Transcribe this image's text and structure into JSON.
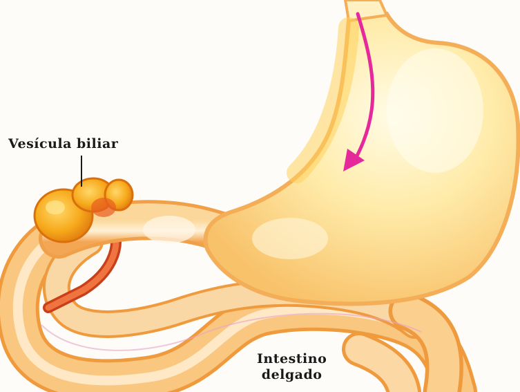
{
  "labels": {
    "gallbladder": "Vesícula biliar",
    "small_intestine_line1": "Intestino",
    "small_intestine_line2": "delgado"
  },
  "colors": {
    "background": "#fdfcf8",
    "stomach_fill": "#ffe79a",
    "stomach_edge": "#f6b75a",
    "intestine_fill": "#f9c77f",
    "intestine_edge": "#f09a3e",
    "gallbladder_fill": "#f6a51d",
    "duct": "#e2582c",
    "arrow": "#e5299a",
    "text": "#1a1a1a"
  }
}
